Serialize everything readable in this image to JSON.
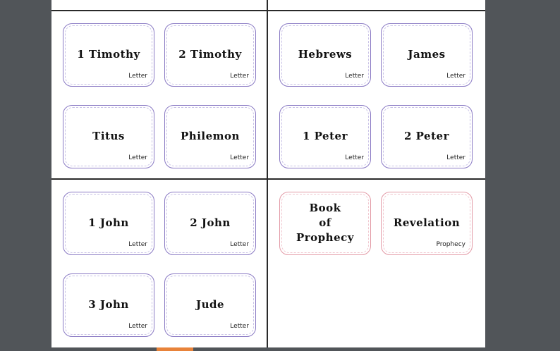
{
  "cards": [
    {
      "title": "1 Timothy",
      "category": "Letter",
      "kind": "letter"
    },
    {
      "title": "2 Timothy",
      "category": "Letter",
      "kind": "letter"
    },
    {
      "title": "Hebrews",
      "category": "Letter",
      "kind": "letter"
    },
    {
      "title": "James",
      "category": "Letter",
      "kind": "letter"
    },
    {
      "title": "Titus",
      "category": "Letter",
      "kind": "letter"
    },
    {
      "title": "Philemon",
      "category": "Letter",
      "kind": "letter"
    },
    {
      "title": "1 Peter",
      "category": "Letter",
      "kind": "letter"
    },
    {
      "title": "2 Peter",
      "category": "Letter",
      "kind": "letter"
    },
    {
      "title": "1 John",
      "category": "Letter",
      "kind": "letter"
    },
    {
      "title": "2 John",
      "category": "Letter",
      "kind": "letter"
    },
    {
      "title_lines": [
        "Book",
        "of",
        "Prophecy"
      ],
      "category": "",
      "kind": "prophecy"
    },
    {
      "title": "Revelation",
      "category": "Prophecy",
      "kind": "prophecy"
    },
    {
      "title": "3 John",
      "category": "Letter",
      "kind": "letter"
    },
    {
      "title": "Jude",
      "category": "Letter",
      "kind": "letter"
    }
  ],
  "colors": {
    "background": "#515559",
    "letter_border": "#8a7ac4",
    "prophecy_border": "#e39aa6"
  }
}
